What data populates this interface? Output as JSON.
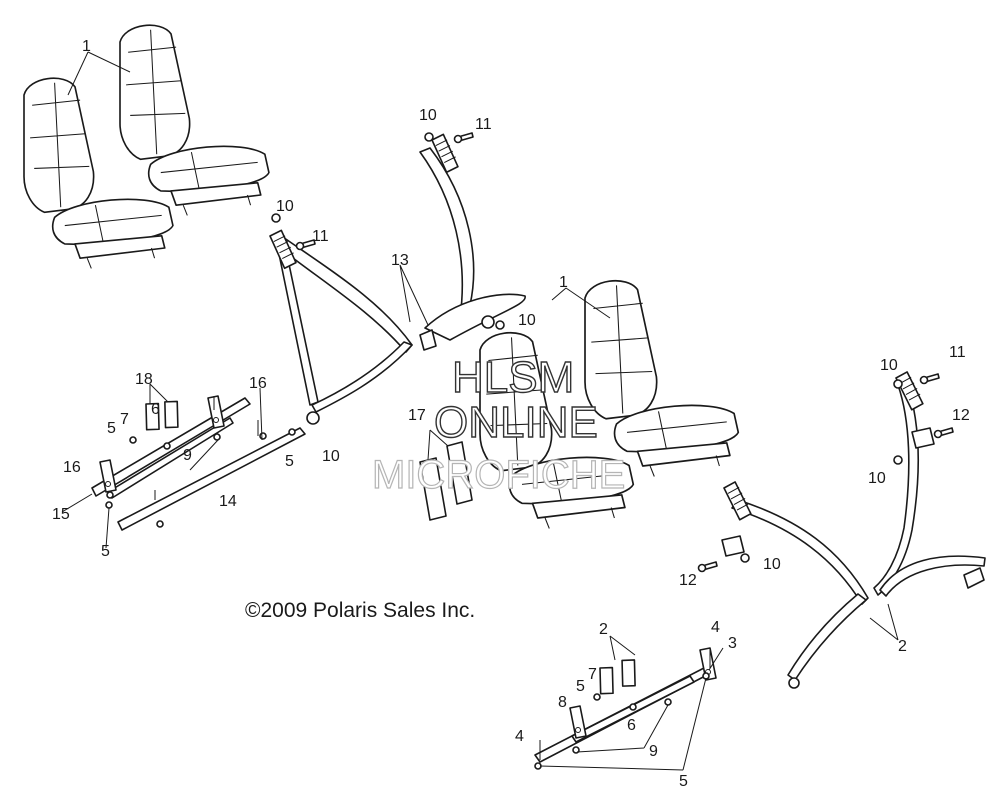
{
  "copyright": "©2009 Polaris Sales Inc.",
  "watermark": {
    "line1": "HLSM",
    "line2": "ONLINE",
    "line3": "MICROFICHE"
  },
  "callouts": {
    "c1a": "1",
    "c1b": "1",
    "c2a": "2",
    "c2b": "2",
    "c3": "3",
    "c4a": "4",
    "c4b": "4",
    "c5a": "5",
    "c5b": "5",
    "c5c": "5",
    "c5d": "5",
    "c5e": "5",
    "c6a": "6",
    "c6b": "6",
    "c7a": "7",
    "c7b": "7",
    "c8": "8",
    "c9a": "9",
    "c9b": "9",
    "c10a": "10",
    "c10b": "10",
    "c10c": "10",
    "c10d": "10",
    "c10e": "10",
    "c10f": "10",
    "c10g": "10",
    "c11a": "11",
    "c11b": "11",
    "c11c": "11",
    "c12a": "12",
    "c12b": "12",
    "c13": "13",
    "c14": "14",
    "c15": "15",
    "c16a": "16",
    "c16b": "16",
    "c17": "17",
    "c18": "18"
  }
}
